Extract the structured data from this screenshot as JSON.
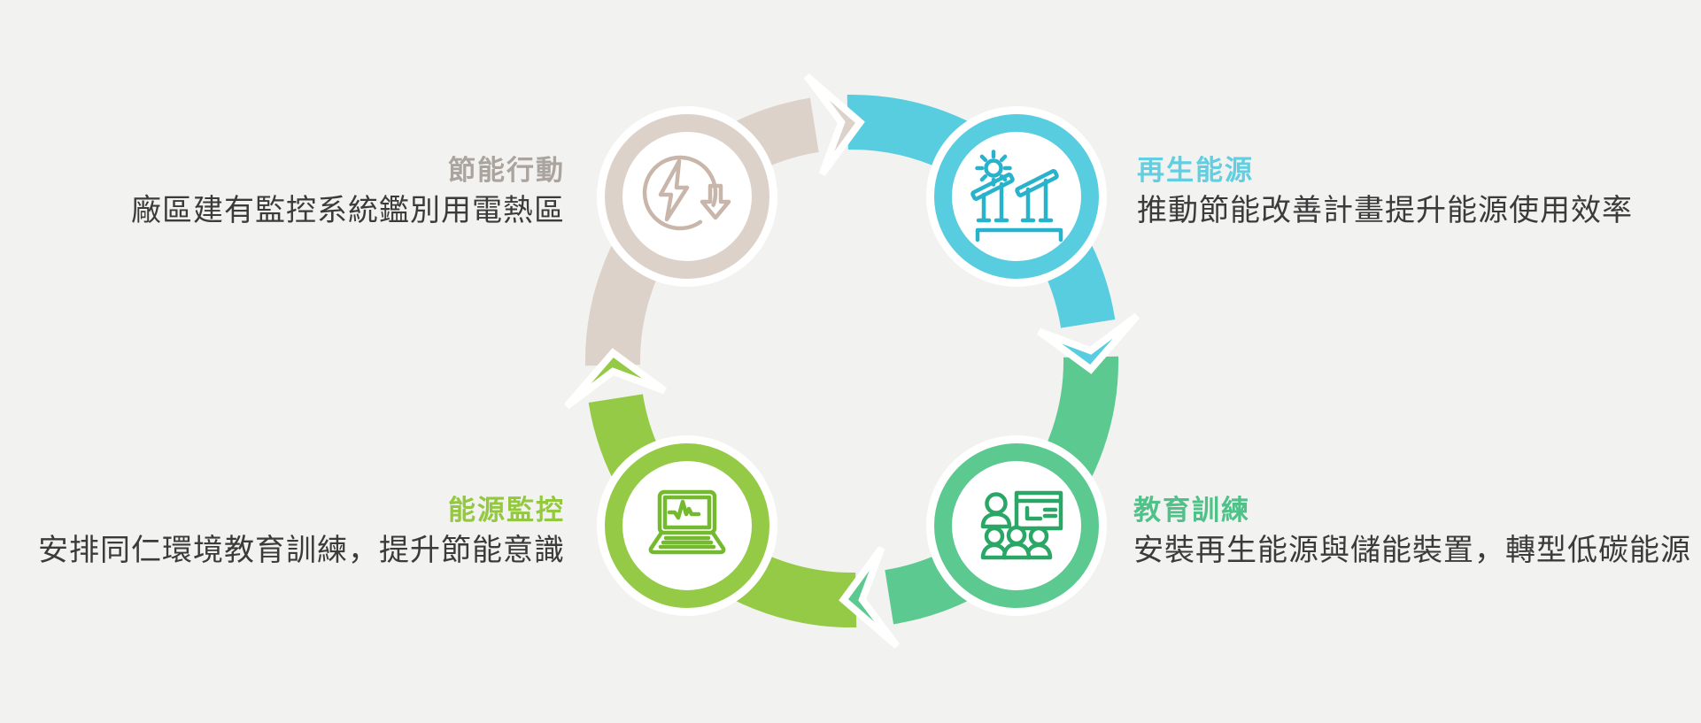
{
  "background_color": "#f2f2f0",
  "gap_color": "#ffffff",
  "text_color": "#3b3b3b",
  "cycle": {
    "type": "circular-cycle",
    "direction": "clockwise",
    "steps": [
      {
        "id": "energy-saving-action",
        "position": "top-left",
        "title": "節能行動",
        "description": "廠區建有監控系統鑑別用電熱區",
        "color": "#dcd2ca",
        "title_color": "#aba49e",
        "icon_color": "#c9b6aa",
        "icon": "power-reduction-icon"
      },
      {
        "id": "renewable-energy",
        "position": "top-right",
        "title": "再生能源",
        "description": "推動節能改善計畫提升能源使用效率",
        "color": "#59cde0",
        "title_color": "#61cfe1",
        "icon_color": "#29b2cb",
        "icon": "solar-panels-icon"
      },
      {
        "id": "education-training",
        "position": "bottom-right",
        "title": "教育訓練",
        "description": "安裝再生能源與儲能裝置，轉型低碳能源",
        "color": "#5cc990",
        "title_color": "#4ec289",
        "icon_color": "#2aa766",
        "icon": "training-presentation-icon"
      },
      {
        "id": "energy-monitoring",
        "position": "bottom-left",
        "title": "能源監控",
        "description": "安排同仁環境教育訓練，提升節能意識",
        "color": "#94ca45",
        "title_color": "#94c83f",
        "icon_color": "#74b92e",
        "icon": "laptop-monitoring-icon"
      }
    ]
  }
}
